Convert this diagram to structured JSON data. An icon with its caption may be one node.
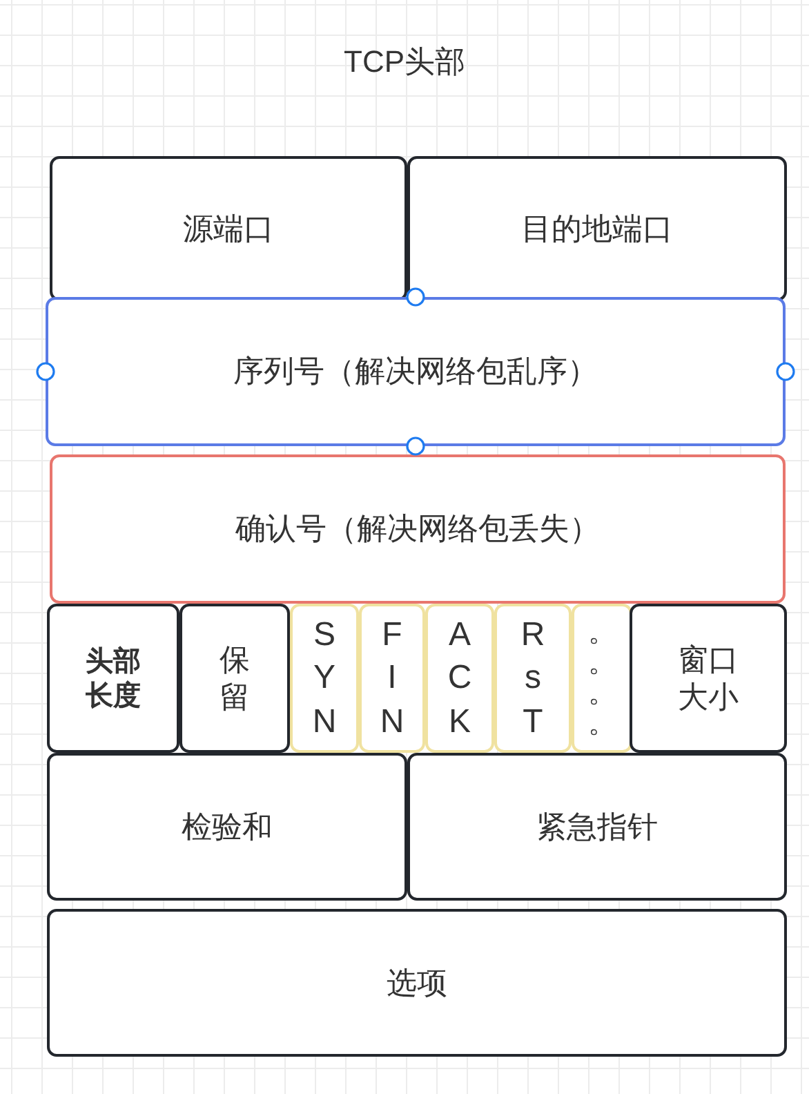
{
  "diagram": {
    "title": "TCP头部",
    "nodes": [
      {
        "text": [
          "源端口"
        ]
      },
      {
        "text": [
          "目的地端口"
        ]
      },
      {
        "text": [
          "序列号（解决网络包乱序）"
        ]
      },
      {
        "text": [
          "确认号（解决网络包丢失）"
        ]
      },
      {
        "text": [
          "头部长度"
        ]
      },
      {
        "text": [
          "保留"
        ]
      },
      {
        "text": [
          "SYN"
        ]
      },
      {
        "text": [
          "FIN"
        ]
      },
      {
        "text": [
          "ACK"
        ]
      },
      {
        "text": [
          "RsT"
        ]
      },
      {
        "text": [
          "。。。。"
        ]
      },
      {
        "text": [
          "窗口大小"
        ]
      },
      {
        "text": [
          "检验和"
        ]
      },
      {
        "text": [
          "紧急指针"
        ]
      },
      {
        "text": [
          "选项"
        ]
      }
    ]
  }
}
